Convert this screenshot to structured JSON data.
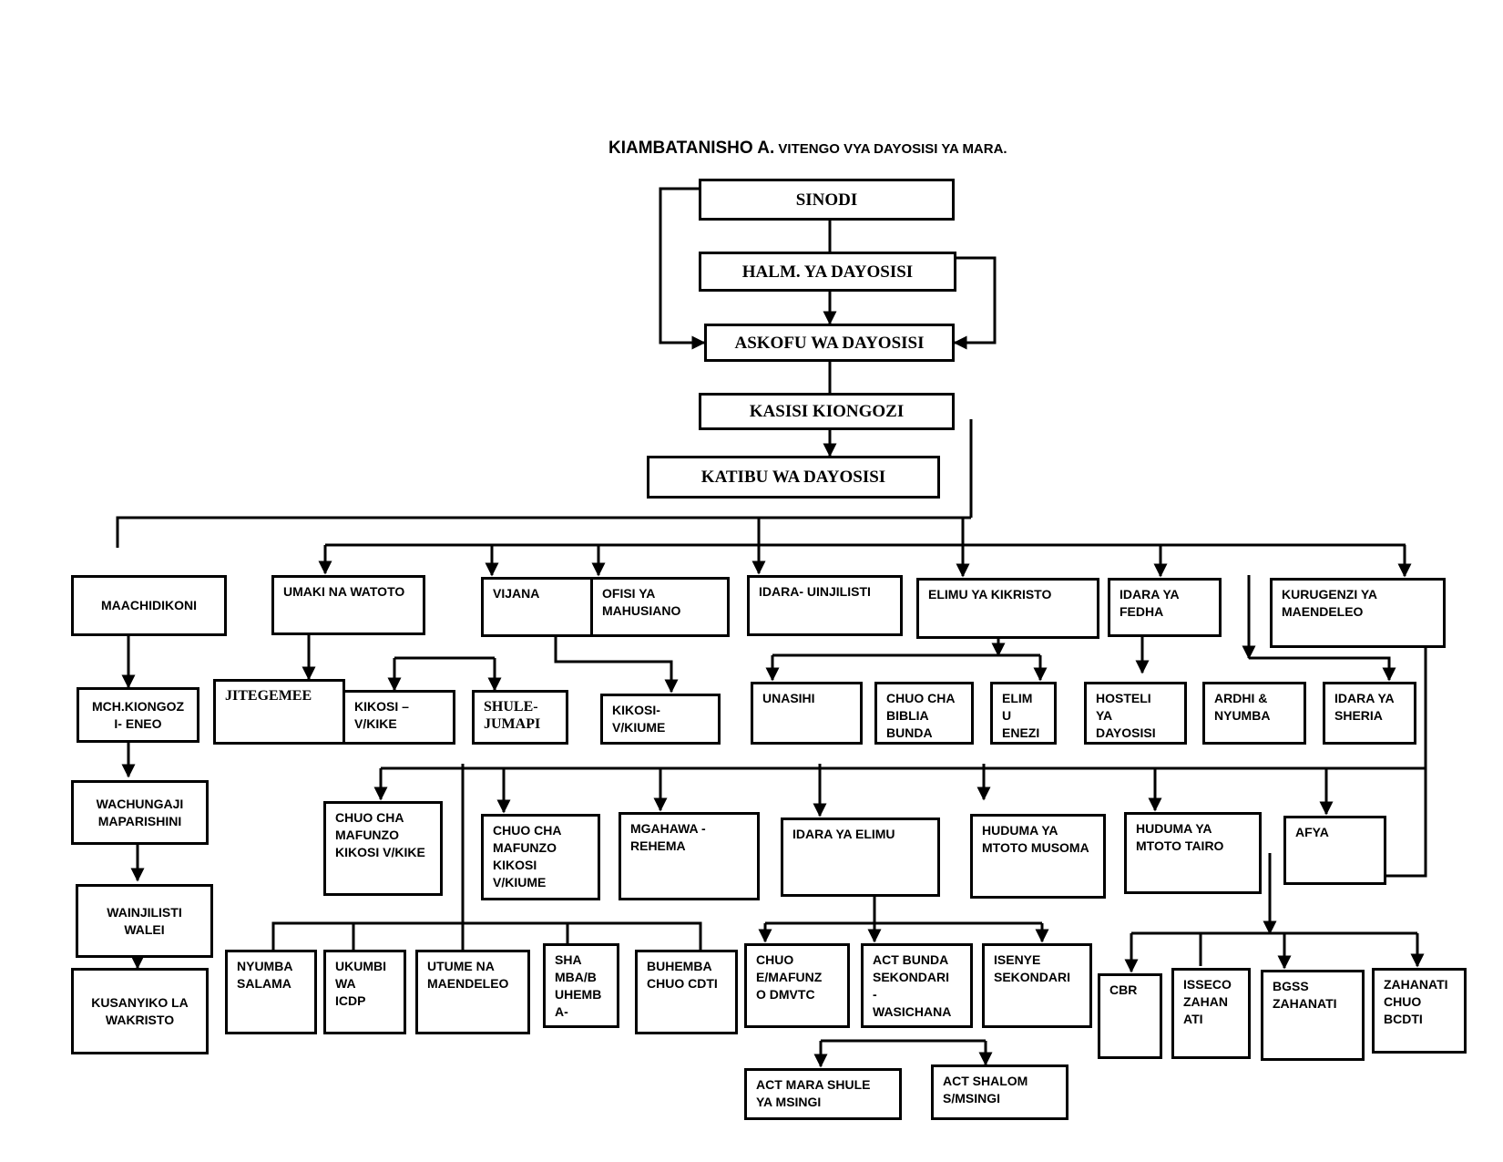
{
  "title": {
    "lead": "KIAMBATANISHO A.",
    "rest": " VITENGO VYA DAYOSISI YA MARA."
  },
  "nodes": {
    "sinodi": "SINODI",
    "halmashauri": "HALM. YA DAYOSISI",
    "askofu": "ASKOFU WA DAYOSISI",
    "kasisi": "KASISI KIONGOZI",
    "katibu": "KATIBU WA DAYOSISI",
    "maachidikoni": "MAACHIDIKONI",
    "mch_kiongozi": "MCH.KIONGOZ\nI- ENEO",
    "wachungaji": "WACHUNGAJI\nMAPARISHINI",
    "wainjilisti": "WAINJILISTI\nWALEI",
    "kusanyiko": "KUSANYIKO LA\nWAKRISTO",
    "umaki": "UMAKI NA WATOTO",
    "jitegemee": "JITEGEMEE",
    "kikosi_vikike": "KIKOSI –\nV/KIKE",
    "shule_jumapili": "SHULE-\nJUMAPI",
    "vijana": "VIJANA",
    "ofisi_mahusiano": "OFISI YA\nMAHUSIANO",
    "kikosi_vikiume": "KIKOSI-\nV/KIUME",
    "idara_uinjilisti": "IDARA- UINJILISTI",
    "elimu_kikristo": "ELIMU YA KIKRISTO",
    "unasihi": "UNASIHI",
    "chuo_biblia": "CHUO CHA\nBIBLIA\nBUNDA",
    "elimu_enezi": "ELIM\nU\nENEZI",
    "idara_fedha": "IDARA YA\nFEDHA",
    "hosteli": "HOSTELI\nYA\nDAYOSISI",
    "ardhi": "ARDHI &\nNYUMBA",
    "sheria": "IDARA YA\nSHERIA",
    "kurugenzi": "KURUGENZI YA\nMAENDELEO",
    "chuo_mafunzo_vikike": "CHUO CHA\nMAFUNZO\nKIKOSI V/KIKE",
    "chuo_mafunzo_vikiume": "CHUO CHA\nMAFUNZO\nKIKOSI\nV/KIUME",
    "mgahawa": "MGAHAWA -\nREHEMA",
    "idara_elimu": "IDARA YA ELIMU",
    "huduma_musoma": "HUDUMA YA\nMTOTO MUSOMA",
    "huduma_tairo": "HUDUMA YA\nMTOTO  TAIRO",
    "afya": "AFYA",
    "nyumba_salama": "NYUMBA\nSALAMA",
    "ukumbi_icdp": "UKUMBI\nWA\nICDP",
    "utume": "UTUME NA\nMAENDELEO",
    "shamba": "SHA\nMBA/B\nUHEMB\nA-",
    "buhemba_chuo": "BUHEMBA\nCHUO CDTI",
    "chuo_dmvtc": "CHUO\nE/MAFUNZ\nO DMVTC",
    "act_bunda": "ACT BUNDA\nSEKONDARI\n-\nWASICHANA",
    "isenye": "ISENYE\nSEKONDARI",
    "act_mara_shule": "ACT MARA SHULE\nYA MSINGI",
    "act_shalom": "ACT SHALOM\nS/MSINGI",
    "cbr": "CBR",
    "isseco": "ISSECO\nZAHAN\nATI",
    "bgss": "BGSS\nZAHANATI",
    "zahanati_chuo": "ZAHANATI\nCHUO\nBCDTI"
  }
}
